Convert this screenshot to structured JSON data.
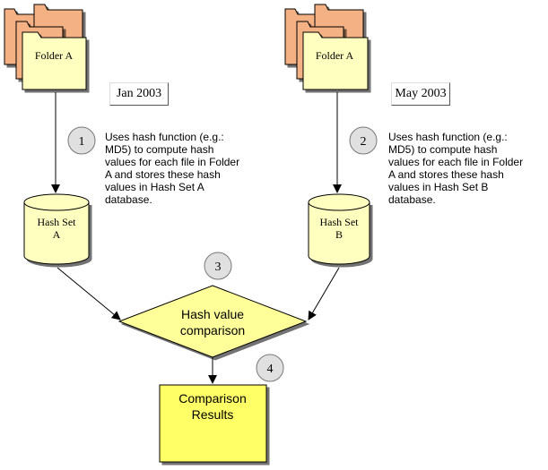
{
  "left": {
    "folder_label": "Folder A",
    "date": "Jan 2003",
    "step": "1",
    "note_lines": [
      "Uses hash function (e.g.:",
      "MD5) to compute hash",
      "values for each file in Folder",
      "A and stores these hash",
      "values in Hash Set A",
      "database."
    ],
    "db_line1": "Hash Set",
    "db_line2": "A"
  },
  "right": {
    "folder_label": "Folder A",
    "date": "May 2003",
    "step": "2",
    "note_lines": [
      "Uses hash function (e.g.:",
      "MD5) to compute hash",
      "values for each file in Folder",
      "A and stores these hash",
      "values in Hash Set B",
      "database."
    ],
    "db_line1": "Hash Set",
    "db_line2": "B"
  },
  "compare": {
    "step": "3",
    "line1": "Hash value",
    "line2": "comparison"
  },
  "results": {
    "step": "4",
    "line1": "Comparison",
    "line2": "Results"
  },
  "colors": {
    "folder_back": "#f4b183",
    "folder_front": "#ffffc0",
    "db_fill": "#ffffc0",
    "diamond_fill": "#ffff99",
    "results_fill": "#ffff66",
    "step_circle": "#e0e0e0"
  }
}
